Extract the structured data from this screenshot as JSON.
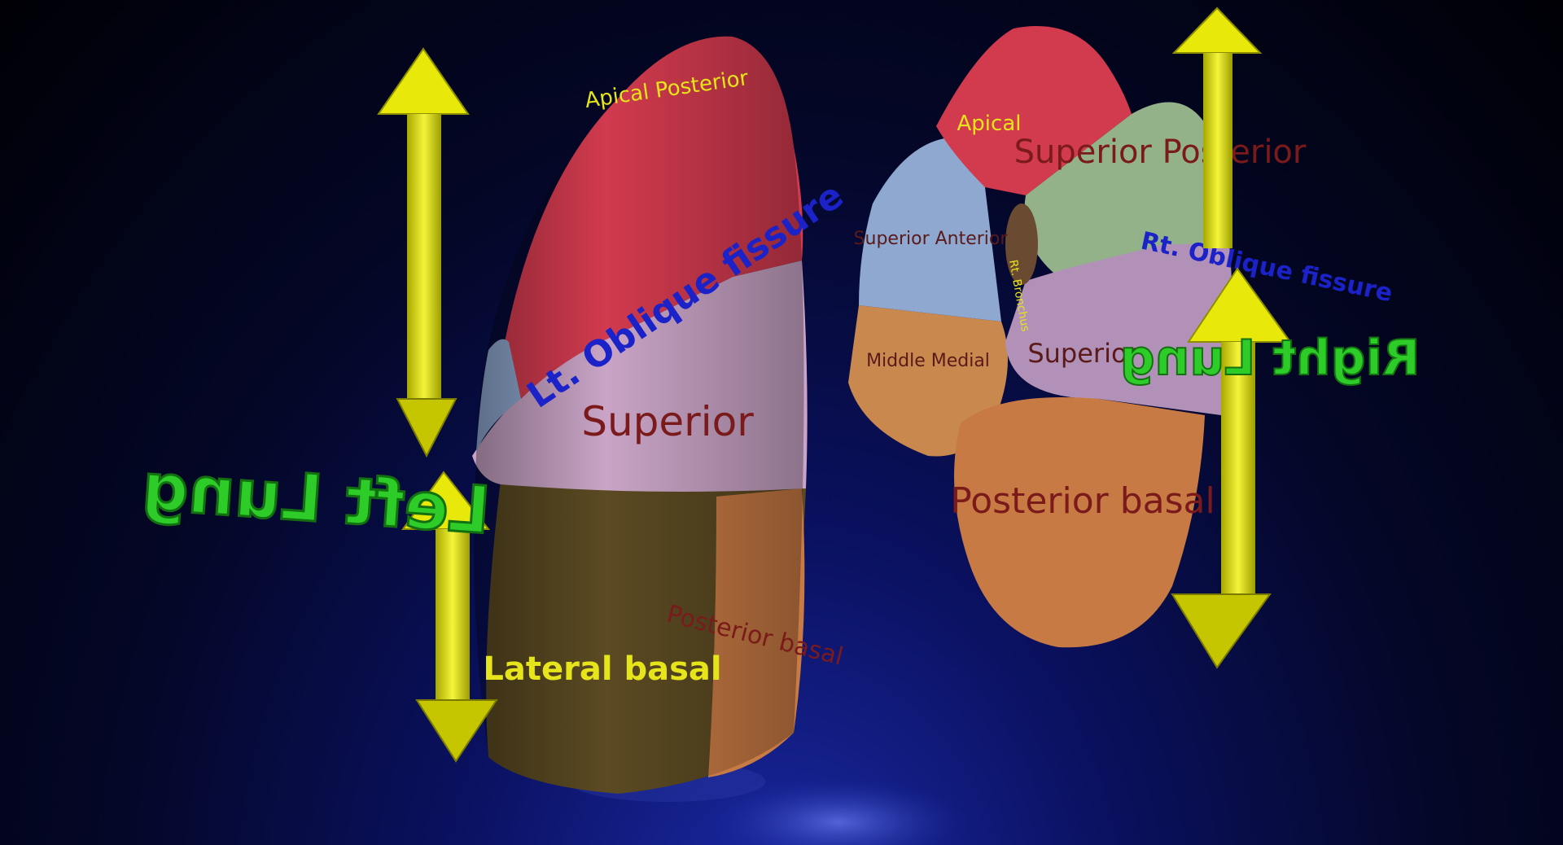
{
  "left_lung": {
    "segments": {
      "apical_posterior": "Apical Posterior",
      "superior": "Superior",
      "lateral_basal": "Lateral basal",
      "posterior_basal": "Posterior basal"
    },
    "fissure": "Lt. Oblique fissure",
    "title_mirrored": "Left Lung"
  },
  "right_lung": {
    "segments": {
      "apical": "Apical",
      "superior_posterior": "Superior Posterior",
      "superior_anterior": "Superior Anterior",
      "middle_medial": "Middle Medial",
      "superior": "Superior",
      "posterior_basal": "Posterior basal",
      "bronchus_label": "Rt. Bronchus"
    },
    "fissure": "Rt. Oblique fissure",
    "title_mirrored": "Right Lung"
  },
  "colors": {
    "apical": "#d23a4e",
    "superior": "#c9a4c6",
    "lateral_basal": "#5b4a22",
    "posterior_basal": "#c87a44",
    "anterior": "#8fa8cf",
    "posterior_upper": "#94b28a",
    "middle": "#c9884e",
    "arrow": "#e8e80a",
    "title_text": "#2ecc29",
    "fissure_text": "#1a22c8",
    "segment_text": "#7a1a1a",
    "segment_text_yellow": "#e6e41a"
  }
}
